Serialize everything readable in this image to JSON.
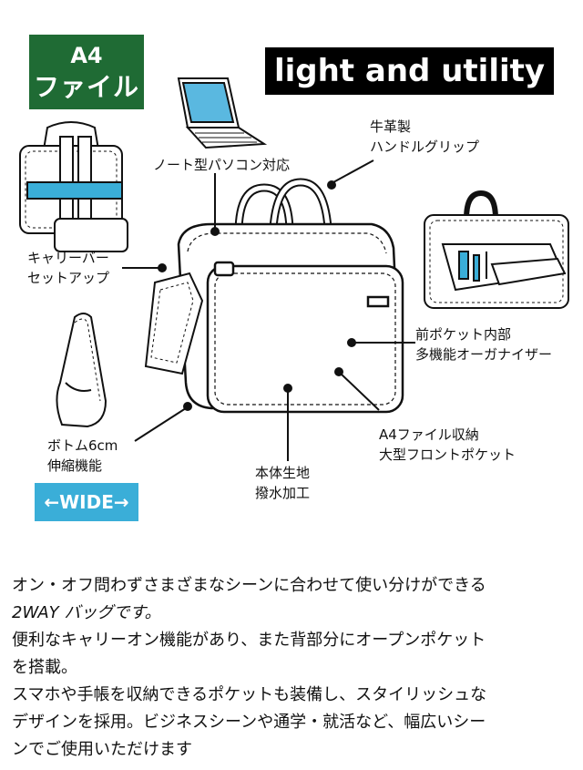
{
  "badge": {
    "line1": "A4",
    "line2": "ファイル"
  },
  "title": "light and utility",
  "labels": {
    "laptop": "ノート型パソコン対応",
    "leather_line1": "牛革製",
    "leather_line2": "ハンドルグリップ",
    "carry_line1": "キャリーバー",
    "carry_line2": "セットアップ",
    "organizer_line1": "前ポケット内部",
    "organizer_line2": "多機能オーガナイザー",
    "bottom_line1": "ボトム6cm",
    "bottom_line2": "伸縮機能",
    "front_line1": "A4ファイル収納",
    "front_line2": "大型フロントポケット",
    "fabric_line1": "本体生地",
    "fabric_line2": "撥水加工"
  },
  "wide_button": "←WIDE→",
  "description": [
    "オン・オフ問わずさまざまなシーンに合わせて使い分けができる",
    "2WAY バッグです。",
    "便利なキャリーオン機能があり、また背部分にオープンポケット",
    "を搭載。",
    "スマホや手帳を収納できるポケットも装備し、スタイリッシュな",
    "デザインを採用。ビジネスシーンや通学・就活など、幅広いシー",
    "ンでご使用いただけます"
  ],
  "colors": {
    "badge_green": "#1f6b34",
    "accent_blue": "#3aaed8",
    "laptop_screen": "#5ab8e0"
  }
}
